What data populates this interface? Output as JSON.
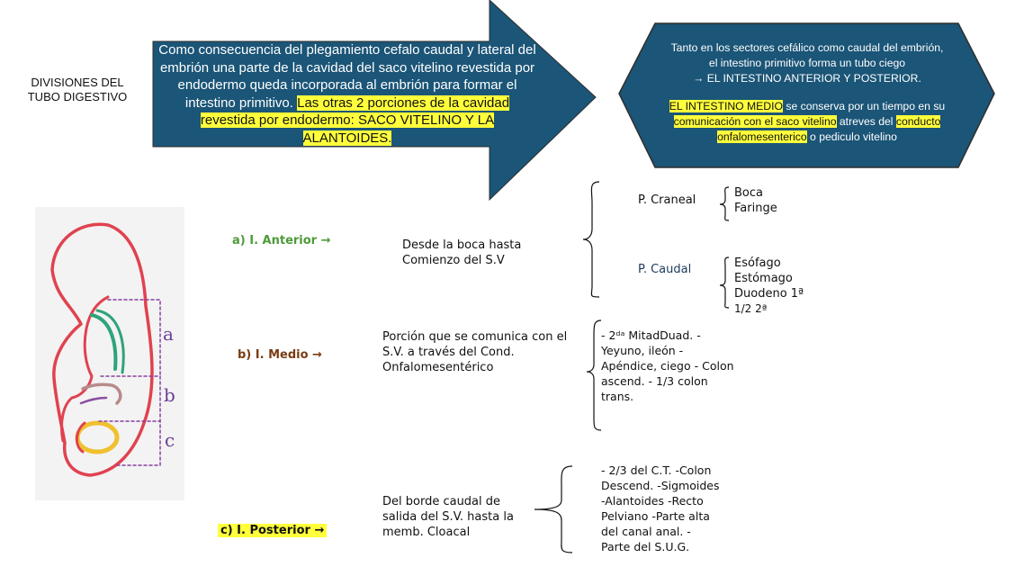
{
  "title": "DIVISIONES DEL TUBO DIGESTIVO",
  "arrow_box": {
    "text_normal": "Como consecuencia del plegamiento cefalo caudal y lateral del embrión una parte de la cavidad del saco vitelino revestida por endodermo queda incorporada al embrión para formar el intestino primitivo. ",
    "text_highlight": "Las otras 2 porciones de la cavidad revestida por endodermo: SACO VITELINO Y LA ALANTOIDES.",
    "fill": "#1b5577"
  },
  "hex_box": {
    "line1": "Tanto en los sectores cefálico como caudal del embrión, el intestino primitivo forma un tubo ciego",
    "line2": "→ EL INTESTINO ANTERIOR Y POSTERIOR.",
    "p2_h1": "EL INTESTINO MEDIO",
    "p2_t1": " se conserva por un tiempo en su ",
    "p2_h2": "comunicación con el saco vitelino",
    "p2_t2": " atreves del ",
    "p2_h3": "conducto onfalomesenterico",
    "p2_t3": " o pediculo vitelino",
    "fill": "#1b5577",
    "border": "#2f2f2f"
  },
  "embryo_labels": {
    "a": "a",
    "b": "b",
    "c": "c"
  },
  "sections": {
    "anterior": {
      "label": "a) I. Anterior →",
      "desc1": "Desde la boca hasta",
      "desc2": "Comienzo del S.V",
      "craneal": {
        "label": "P. Craneal",
        "items": [
          "Boca",
          "Faringe"
        ]
      },
      "caudal": {
        "label": "P. Caudal",
        "items": [
          "Esófago",
          "Estómago",
          "Duodeno 1ª"
        ],
        "extra": "1/2   2ª"
      }
    },
    "medio": {
      "label": "b) I. Medio  →",
      "desc": [
        "Porción que se comunica con el",
        "S.V. a través del Cond.",
        "Onfalomesentérico"
      ],
      "items": [
        "- 2ᵈᵃ MitadDuad. -",
        "Yeyuno, ileón     -",
        "Apéndice, ciego - Colon",
        "ascend.     - 1/3 colon",
        "trans."
      ]
    },
    "posterior": {
      "label": "c) I. Posterior  →",
      "desc": [
        "Del borde caudal de",
        "salida del S.V. hasta la",
        "memb. Cloacal"
      ],
      "items": [
        "- 2/3 del C.T.      -Colon",
        "Descend.  -Sigmoides",
        "-Alantoides         -Recto",
        "Pelviano   -Parte alta",
        "del canal anal.            -",
        "Parte del S.U.G."
      ]
    }
  },
  "colors": {
    "anterior": "#4e9a3a",
    "medio": "#7a3b12",
    "caudal_label": "#1b3a5c",
    "highlight": "#ffff3b"
  }
}
